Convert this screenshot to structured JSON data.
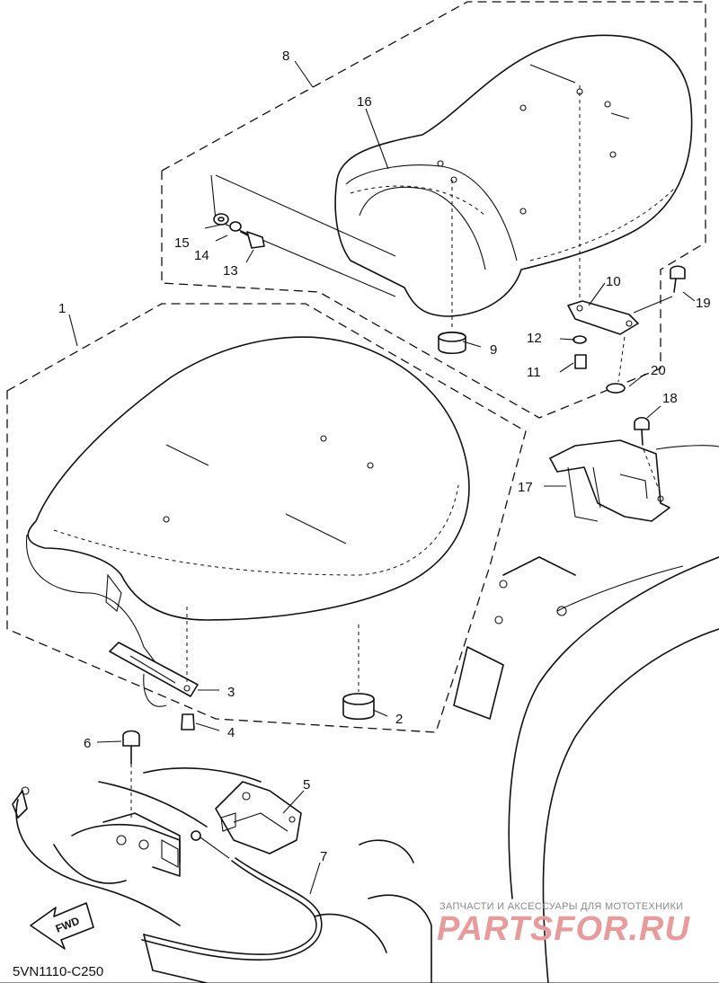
{
  "diagram_code": "5VN1110-C250",
  "fwd_label": "FWD",
  "watermark": {
    "tagline": "ЗАПЧАСТИ И АКСЕССУАРЫ ДЛЯ МОТОТЕХНИКИ",
    "brand": "PARTSFOR.RU"
  },
  "callouts": {
    "c1": "1",
    "c2": "2",
    "c3": "3",
    "c4": "4",
    "c5": "5",
    "c6": "6",
    "c7": "7",
    "c8": "8",
    "c9": "9",
    "c10": "10",
    "c11": "11",
    "c12": "12",
    "c13": "13",
    "c14": "14",
    "c15": "15",
    "c16": "16",
    "c17": "17",
    "c18": "18",
    "c19": "19",
    "c20": "20"
  }
}
